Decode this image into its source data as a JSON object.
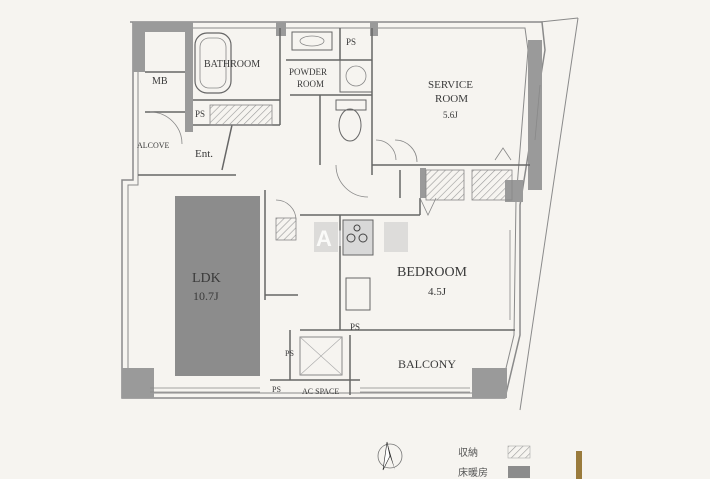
{
  "rooms": {
    "mb": "MB",
    "bathroom": "BATHROOM",
    "ps_bath": "PS",
    "ps_top": "PS",
    "powder_1": "POWDER",
    "powder_2": "ROOM",
    "alcove": "ALCOVE",
    "entrance": "Ent.",
    "service_1": "SERVICE",
    "service_2": "ROOM",
    "service_size": "5.6J",
    "ldk": "LDK",
    "ldk_size": "10.7J",
    "bedroom": "BEDROOM",
    "bedroom_size": "4.5J",
    "ps_kitchen": "PS",
    "ps_balcony": "PS",
    "ps_bottom": "PS",
    "balcony": "BALCONY",
    "ac_space": "AC SPACE"
  },
  "watermark": "A I",
  "legend": {
    "storage": "収納",
    "floor_heating": "床暖房"
  },
  "colors": {
    "wall": "#9a9a9a",
    "line": "#666666",
    "floor_heating": "#8c8c8c",
    "storage_hatch": "#c8c8c8",
    "gold": "#9a7b3c"
  }
}
